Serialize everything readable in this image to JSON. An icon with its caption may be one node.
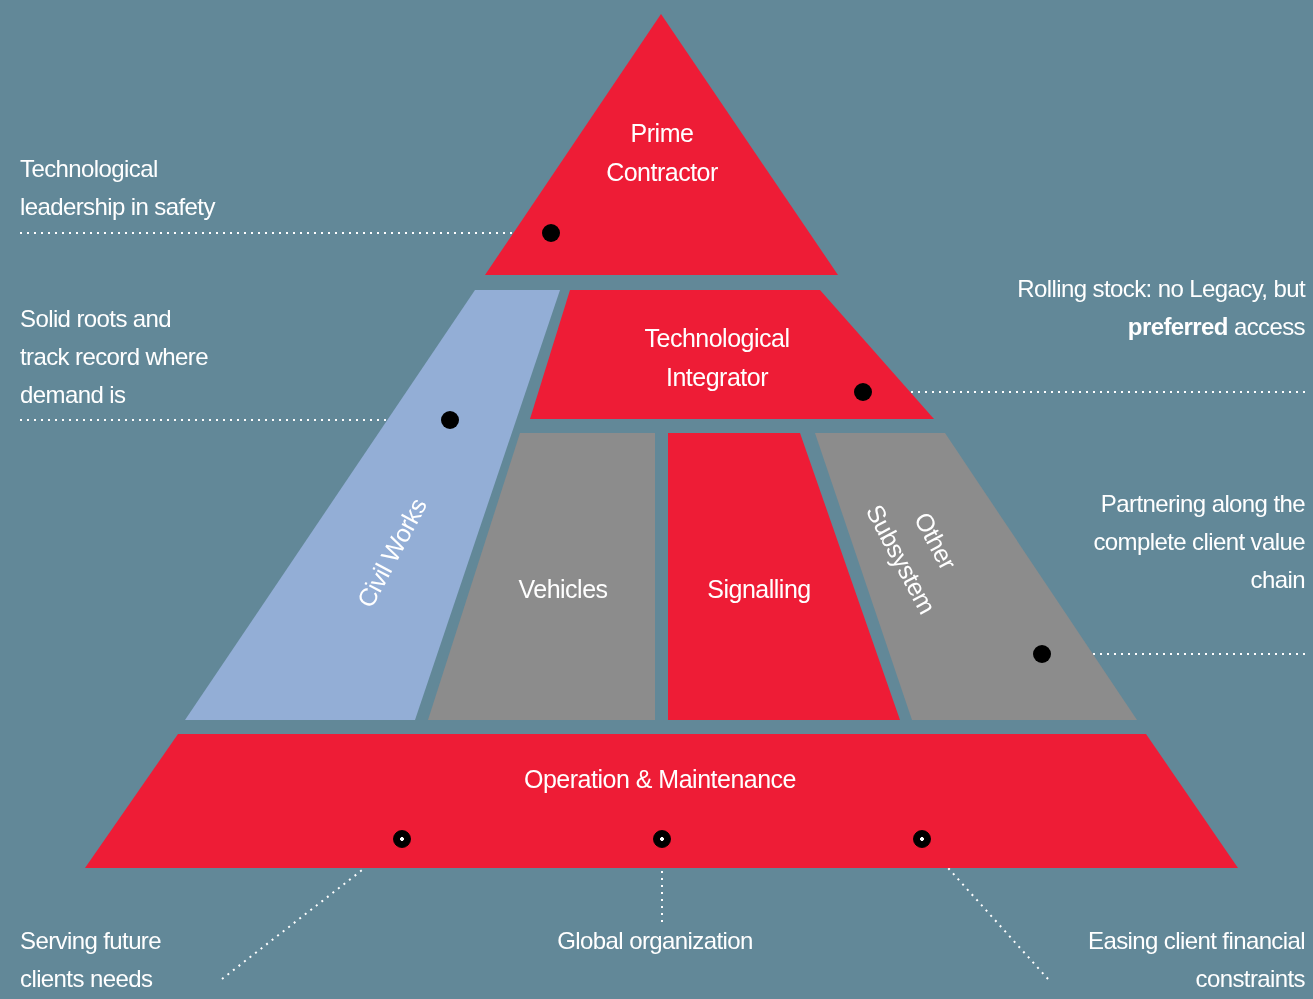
{
  "diagram": {
    "nodes": [
      {
        "text": [
          "Prime Contractor"
        ]
      },
      {
        "text": [],
        "shape": "circle",
        "in": 0
      },
      {
        "text": [
          "Technological Integrator"
        ]
      },
      {
        "text": [],
        "shape": "circle",
        "in": 2
      },
      {
        "text": [
          "Civil Works"
        ]
      },
      {
        "text": [],
        "shape": "circle",
        "in": 4
      },
      {
        "text": [
          "Vehicles"
        ]
      },
      {
        "text": [
          "Signalling"
        ]
      },
      {
        "text": [
          "Other Subsystem"
        ]
      },
      {
        "text": [],
        "shape": "circle",
        "in": 8
      },
      {
        "text": [
          "Operation & Maintenance"
        ]
      },
      {
        "text": [],
        "shape": "circle",
        "in": 10
      },
      {
        "text": [],
        "shape": "circle",
        "in": 10
      },
      {
        "text": [],
        "shape": "circle",
        "in": 10
      },
      {
        "text": [
          "Technological leadership in safety"
        ]
      },
      {
        "text": [
          "Solid roots and track record where demand is"
        ]
      },
      {
        "text": [
          "Rolling stock: no Legacy, but **preferred** access"
        ]
      },
      {
        "text": [
          "Partnering along the complete client value chain"
        ]
      },
      {
        "text": [
          "Serving future clients needs"
        ]
      },
      {
        "text": [
          "Global organization"
        ]
      },
      {
        "text": [
          "Easing client financial constraints"
        ]
      }
    ],
    "edges": [
      {
        "from": 14,
        "to": 1,
        "arrow": "none"
      },
      {
        "from": 15,
        "to": 5,
        "arrow": "none"
      },
      {
        "from": 16,
        "to": 3,
        "arrow": "none"
      },
      {
        "from": 17,
        "to": 9,
        "arrow": "none"
      },
      {
        "from": 18,
        "to": 11,
        "arrow": "none"
      },
      {
        "from": 19,
        "to": 12,
        "arrow": "none"
      },
      {
        "from": 20,
        "to": 13,
        "arrow": "none"
      }
    ]
  }
}
